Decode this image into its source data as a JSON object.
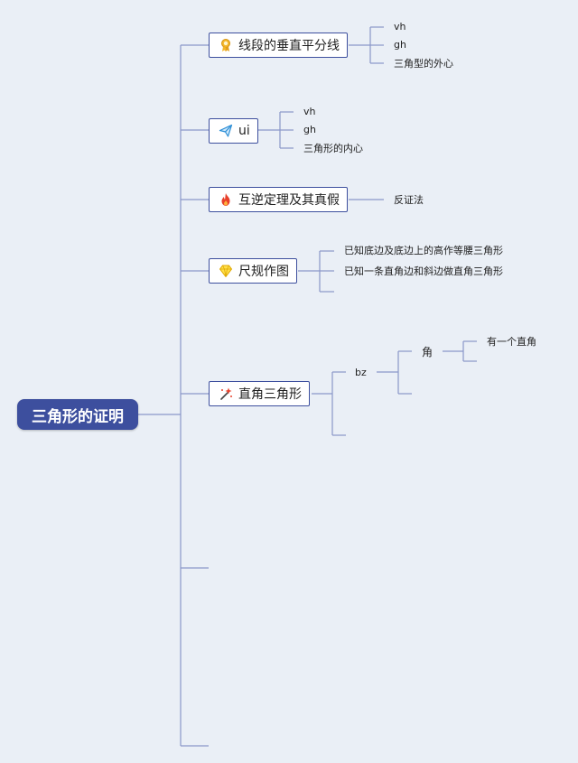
{
  "root": {
    "label": "三角形的证明"
  },
  "branches": [
    {
      "label": "线段的垂直平分线",
      "icon": "award-ribbon-icon",
      "children": [
        "vh",
        "gh",
        "三角型的外心"
      ]
    },
    {
      "label": "ui",
      "icon": "paper-plane-icon",
      "children": [
        "vh",
        "gh",
        "三角形的内心"
      ]
    },
    {
      "label": "互逆定理及其真假",
      "icon": "flame-icon",
      "children": [
        "反证法"
      ]
    },
    {
      "label": "尺规作图",
      "icon": "diamond-icon",
      "children": [
        "已知底边及底边上的高作等腰三角形",
        "已知一条直角边和斜边做直角三角形"
      ]
    },
    {
      "label": "直角三角形",
      "icon": "magic-wand-icon",
      "children": [
        "bz"
      ],
      "sub": {
        "label": "角",
        "children": [
          "有一个直角"
        ]
      }
    }
  ],
  "colors": {
    "root": "#3d4f9e",
    "topic_border": "#3d4f9e",
    "line": "#8a97c9",
    "background": "#eaeff6"
  }
}
